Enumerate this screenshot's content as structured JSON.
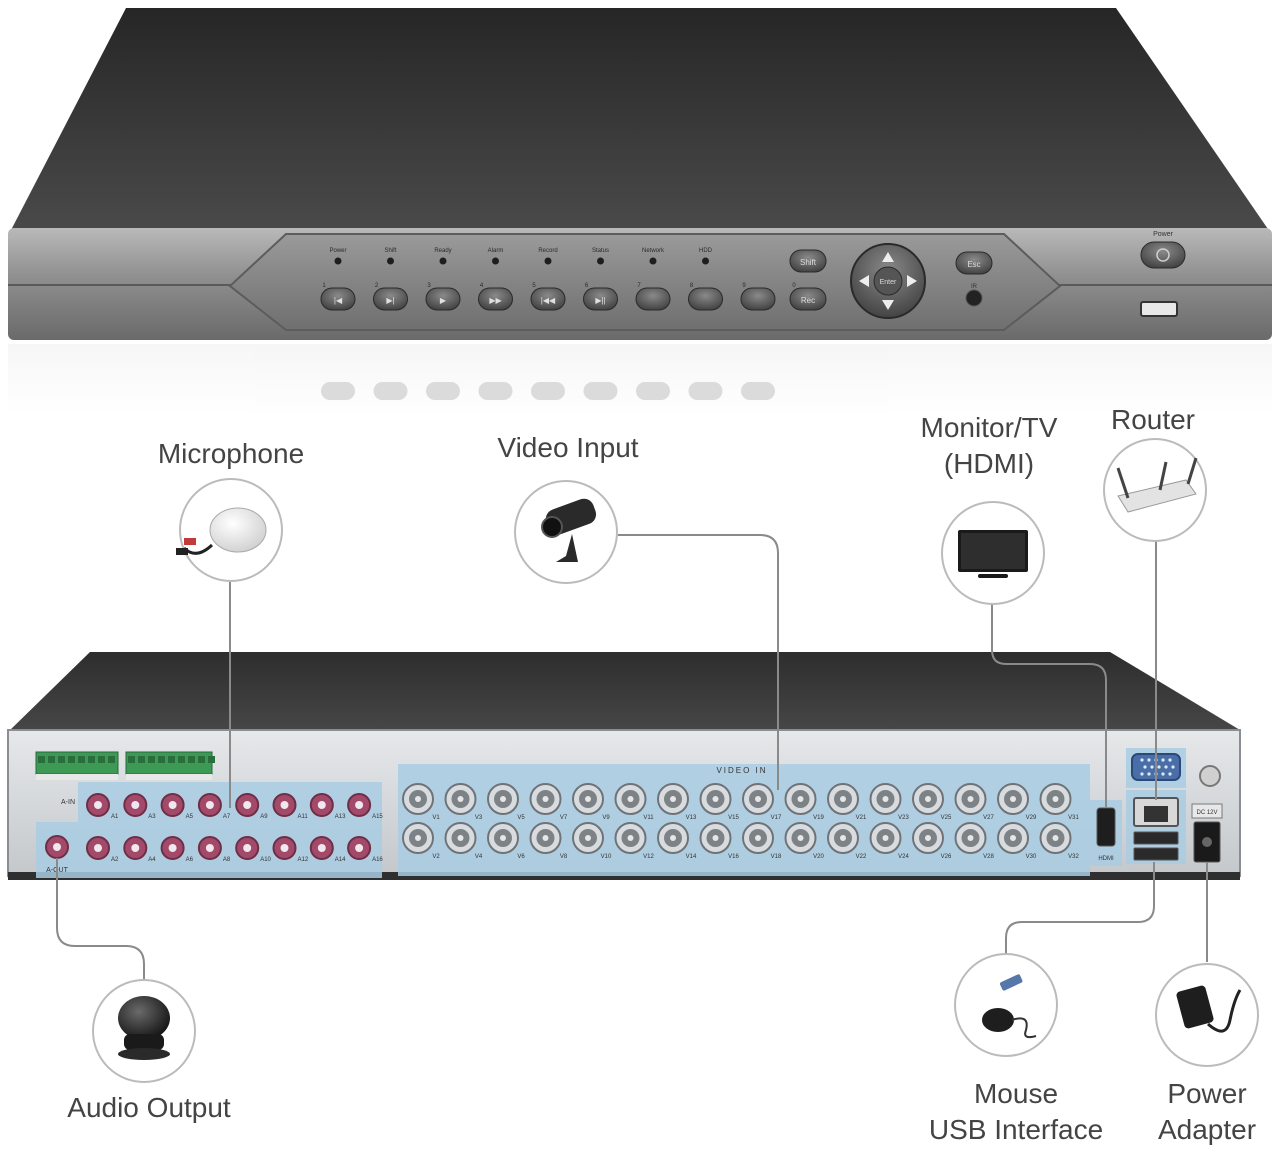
{
  "front_panel": {
    "indicators": [
      "Power",
      "Shift",
      "Ready",
      "Alarm",
      "Record",
      "Status",
      "Network",
      "HDD"
    ],
    "button_numbers": [
      "1",
      "2",
      "3",
      "4",
      "5",
      "6",
      "7",
      "8",
      "9",
      "0"
    ],
    "shift_label": "Shift",
    "rec_label": "Rec",
    "enter_label": "Enter",
    "esc_label": "Esc",
    "ir_label": "IR",
    "power_label": "Power"
  },
  "rear_panel": {
    "video_in_label": "VIDEO IN",
    "hdmi_label": "HDMI",
    "dc_label": "DC 12V",
    "audio_in_label": "A-IN",
    "audio_out_label": "A-OUT",
    "audio_top": [
      "A1",
      "A3",
      "A5",
      "A7",
      "A9",
      "A11",
      "A13",
      "A15"
    ],
    "audio_bottom": [
      "A2",
      "A4",
      "A6",
      "A8",
      "A10",
      "A12",
      "A14",
      "A16"
    ],
    "video_top": [
      "V1",
      "V3",
      "V5",
      "V7",
      "V9",
      "V11",
      "V13",
      "V15",
      "V17",
      "V19",
      "V21",
      "V23",
      "V25",
      "V27",
      "V29",
      "V31"
    ],
    "video_bottom": [
      "V2",
      "V4",
      "V6",
      "V8",
      "V10",
      "V12",
      "V14",
      "V16",
      "V18",
      "V20",
      "V22",
      "V24",
      "V26",
      "V28",
      "V30",
      "V32"
    ]
  },
  "callouts": {
    "microphone": "Microphone",
    "video_input": "Video Input",
    "monitor_line1": "Monitor/TV",
    "monitor_line2": "(HDMI)",
    "router": "Router",
    "audio_output": "Audio Output",
    "mouse_line1": "Mouse",
    "mouse_line2": "USB Interface",
    "power_line1": "Power",
    "power_line2": "Adapter"
  },
  "colors": {
    "front_top": "#3a3a3a",
    "front_panel": "#8c8c8c",
    "rear_top": "#3b3b3b",
    "rear_panel": "#cfd3d6",
    "highlight": "#a9cde3",
    "audio_jack": "#a34a6a",
    "terminal_green": "#3d9a55",
    "line": "#8a8a8a"
  }
}
